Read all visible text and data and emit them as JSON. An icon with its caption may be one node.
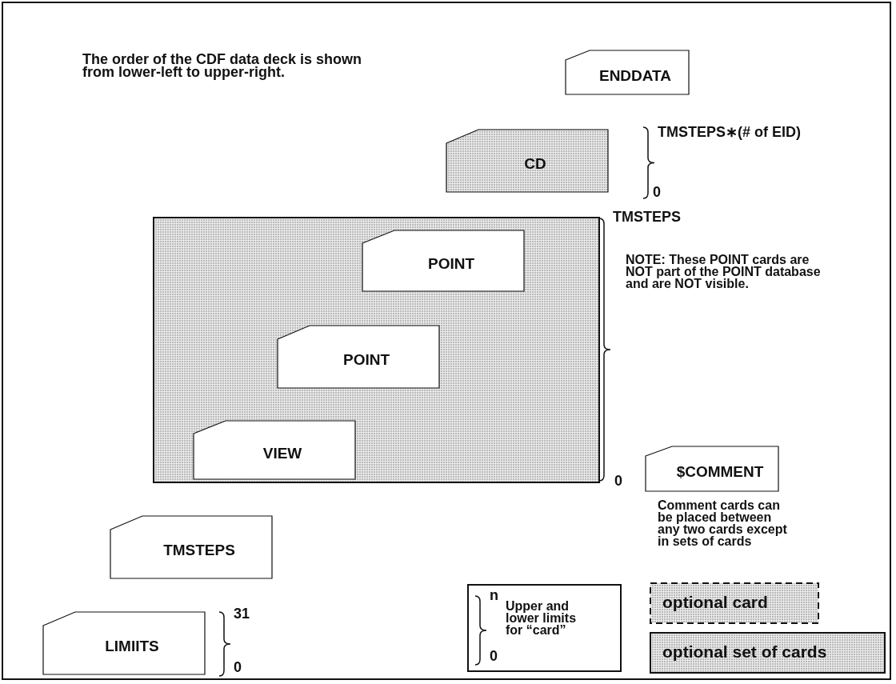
{
  "diagram": {
    "nodes": [
      {
        "text": [
          "ENDDATA"
        ]
      },
      {
        "text": [
          "CD"
        ],
        "beside": [
          "TMSTEPS∗(# of EID)",
          "0"
        ]
      },
      {
        "text": [],
        "shape": "box",
        "beside": [
          "TMSTEPS",
          "0"
        ]
      },
      {
        "text": [
          "POINT"
        ],
        "in": 2
      },
      {
        "text": [
          "POINT"
        ],
        "in": 2
      },
      {
        "text": [
          "VIEW"
        ],
        "in": 2
      },
      {
        "text": [
          "$COMMENT"
        ],
        "beside": [
          "Comment cards can be placed between any two cards except in sets of cards"
        ]
      },
      {
        "text": [
          "TMSTEPS"
        ]
      },
      {
        "text": [
          "LIMIITS"
        ],
        "beside": [
          "31",
          "0"
        ]
      },
      {
        "text": [
          "n",
          "Upper and lower limits for “card”",
          "0"
        ]
      }
    ],
    "edges": [],
    "labels": [
      "The order of the CDF data deck is shown from lower-left to upper-right.",
      "NOTE: These POINT cards are NOT part of the POINT database and are NOT visible."
    ],
    "legend": [
      {
        "text": "optional card"
      },
      {
        "text": "optional set of cards"
      }
    ]
  }
}
